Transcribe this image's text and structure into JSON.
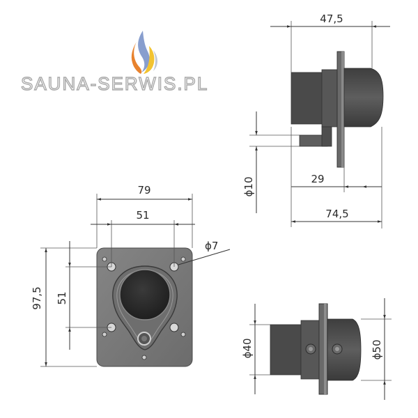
{
  "logo": {
    "text": "SAUNA-SERWIS.PL",
    "flame_colors": [
      "#7b93c9",
      "#e8822d",
      "#f2c331",
      "#c2c9d6"
    ]
  },
  "front_view": {
    "width_outer": "79",
    "width_holes": "51",
    "height_outer": "97,5",
    "height_holes": "51",
    "hole_diameter": "ϕ7"
  },
  "side_view": {
    "length_body": "47,5",
    "length_rear": "29",
    "length_total": "74,5",
    "shaft_diameter": "ϕ10"
  },
  "bottom_view": {
    "diameter_small": "ϕ40",
    "diameter_large": "ϕ50"
  },
  "colors": {
    "plate": "#7d7d7d",
    "body_dark": "#4c4c4c",
    "knob": "#2a2a2a",
    "line": "#333333"
  }
}
